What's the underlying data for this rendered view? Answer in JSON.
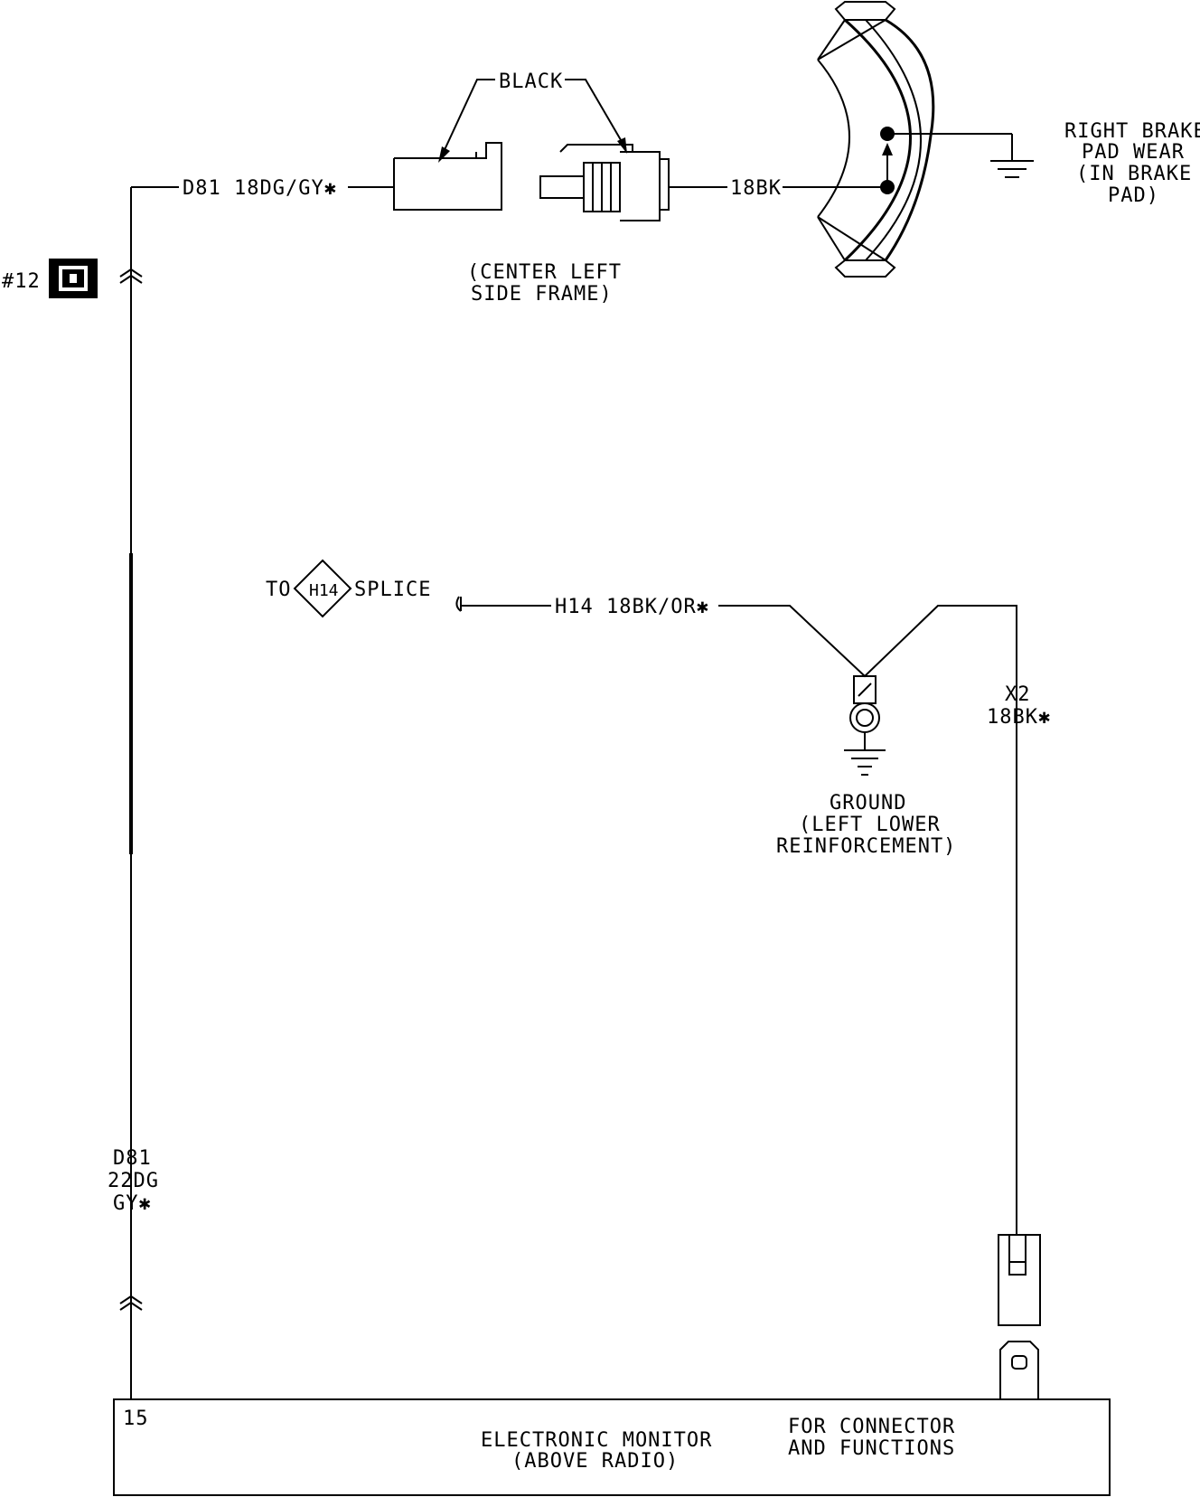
{
  "connector_ref": {
    "label": "#12"
  },
  "top_wire": {
    "label": "D81 18DG/GY✱"
  },
  "black_label": "BLACK",
  "connector_location": {
    "line1": "(CENTER LEFT",
    "line2": "SIDE FRAME)"
  },
  "sensor_wire": {
    "label": "18BK"
  },
  "brake_pad": {
    "line1": "RIGHT BRAKE",
    "line2": "PAD WEAR",
    "line3": "(IN BRAKE",
    "line4": "PAD)"
  },
  "splice": {
    "to": "TO",
    "id": "H14",
    "word": "SPLICE"
  },
  "h14_wire": {
    "label": "H14 18BK/OR✱"
  },
  "x2_wire": {
    "line1": "X2",
    "line2": "18BK✱"
  },
  "ground": {
    "line1": "GROUND",
    "line2": "(LEFT LOWER",
    "line3": "REINFORCEMENT)"
  },
  "left_wire": {
    "line1": "D81",
    "line2": "22DG",
    "line3": "GY✱"
  },
  "monitor": {
    "pin": "15",
    "line1": "ELECTRONIC MONITOR",
    "line2": "(ABOVE RADIO)",
    "ref1": "FOR CONNECTOR",
    "ref2": "AND FUNCTIONS"
  },
  "icons": [
    "connector-ref-icon",
    "ground-symbol-icon",
    "eyelet-ground-icon",
    "splice-diamond-icon",
    "arrow-icon",
    "inline-connector-icon",
    "brake-pad-icon",
    "terminal-icon"
  ]
}
